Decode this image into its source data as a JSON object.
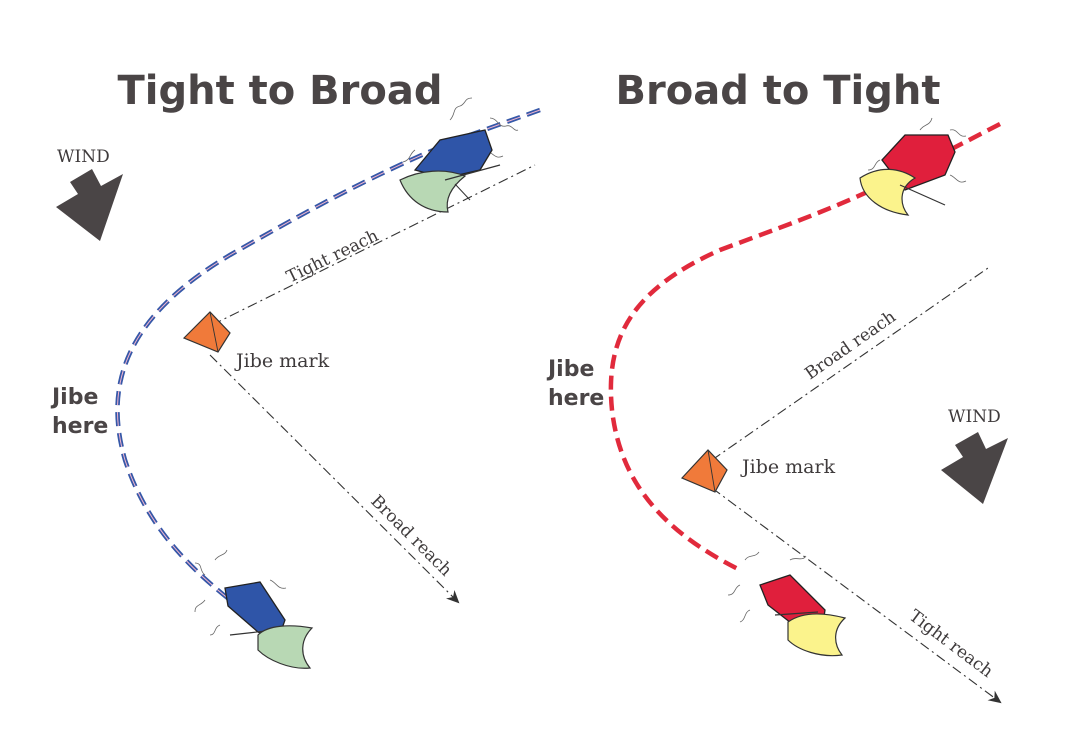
{
  "left_diagram": {
    "title": "Tight to Broad",
    "wind_label": "WIND",
    "jibe_line1": "Jibe",
    "jibe_line2": "here",
    "mark_label": "Jibe mark",
    "reach_upper": "Tight reach",
    "reach_lower": "Broad reach",
    "course_color": "#3558a8",
    "hull_color": "#2f55a8",
    "spinnaker_color": "#b8d8b4"
  },
  "right_diagram": {
    "title": "Broad to Tight",
    "wind_label": "WIND",
    "jibe_line1": "Jibe",
    "jibe_line2": "here",
    "mark_label": "Jibe mark",
    "reach_upper": "Broad reach",
    "reach_lower": "Tight reach",
    "course_color": "#e12a3c",
    "hull_color": "#e01f3c",
    "spinnaker_color": "#fbf38c"
  },
  "colors": {
    "mark": "#f07a3a",
    "wind_arrow": "#4a4546",
    "text": "#4a4546"
  }
}
